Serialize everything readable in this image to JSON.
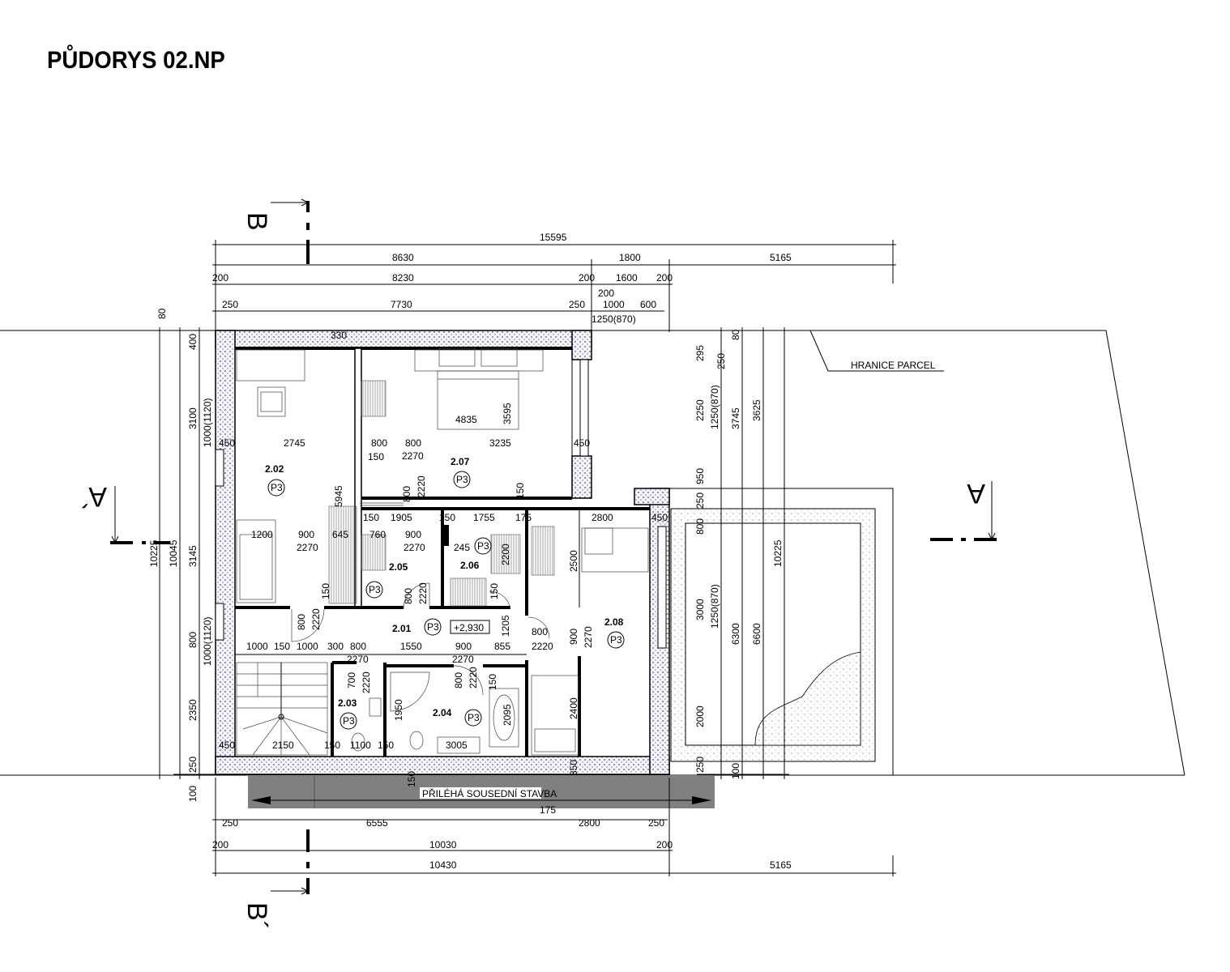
{
  "title": "PŮDORYS 02.NP",
  "labels": {
    "boundary": "HRANICE PARCEL",
    "neighbor": "PŘILÉHÁ SOUSEDNÍ STAVBA",
    "level": "+2,930",
    "section_b_top": "B",
    "section_b_bottom": "B´",
    "section_a_left": "A´",
    "section_a_right": "A"
  },
  "rooms": [
    {
      "id": "2.01",
      "tag": "P3"
    },
    {
      "id": "2.02",
      "tag": "P3"
    },
    {
      "id": "2.03",
      "tag": "P3"
    },
    {
      "id": "2.04",
      "tag": "P3"
    },
    {
      "id": "2.05",
      "tag": "P3"
    },
    {
      "id": "2.06",
      "tag": "P3"
    },
    {
      "id": "2.07",
      "tag": "P3"
    },
    {
      "id": "2.08",
      "tag": "P3"
    }
  ],
  "dims_top": [
    "15595",
    "8630",
    "1800",
    "5165",
    "200",
    "8230",
    "200",
    "1600",
    "200",
    "250",
    "7730",
    "250",
    "200",
    "1000",
    "600",
    "1250(870)"
  ],
  "dims_bottom": [
    "250",
    "6555",
    "175",
    "2800",
    "250",
    "200",
    "10030",
    "200",
    "10430",
    "5165"
  ],
  "dims_left": [
    "80",
    "400",
    "3100",
    "1000(1120)",
    "3145",
    "800",
    "1000(1120)",
    "2350",
    "250",
    "100",
    "10225",
    "10045"
  ],
  "dims_right": [
    "80",
    "295",
    "250",
    "2250",
    "1250(870)",
    "3745",
    "3625",
    "950",
    "250",
    "800",
    "3000",
    "1250(870)",
    "2000",
    "250",
    "100",
    "6300",
    "6600",
    "10225"
  ],
  "dims_inner": [
    "330",
    "450",
    "2745",
    "800",
    "800",
    "3235",
    "450",
    "150",
    "2270",
    "4835",
    "3595",
    "5945",
    "800",
    "2220",
    "150",
    "150",
    "1905",
    "150",
    "1755",
    "175",
    "2800",
    "450",
    "1200",
    "900",
    "645",
    "760",
    "900",
    "245",
    "2200",
    "2500",
    "2270",
    "2270",
    "150",
    "800",
    "2220",
    "150",
    "800",
    "2220",
    "1205",
    "800",
    "2220",
    "900",
    "2270",
    "1000",
    "150",
    "1000",
    "300",
    "800",
    "1550",
    "900",
    "855",
    "2270",
    "2270",
    "700",
    "2220",
    "800",
    "2220",
    "150",
    "1950",
    "2095",
    "2400",
    "450",
    "2150",
    "150",
    "1100",
    "150",
    "3005",
    "150",
    "350"
  ]
}
